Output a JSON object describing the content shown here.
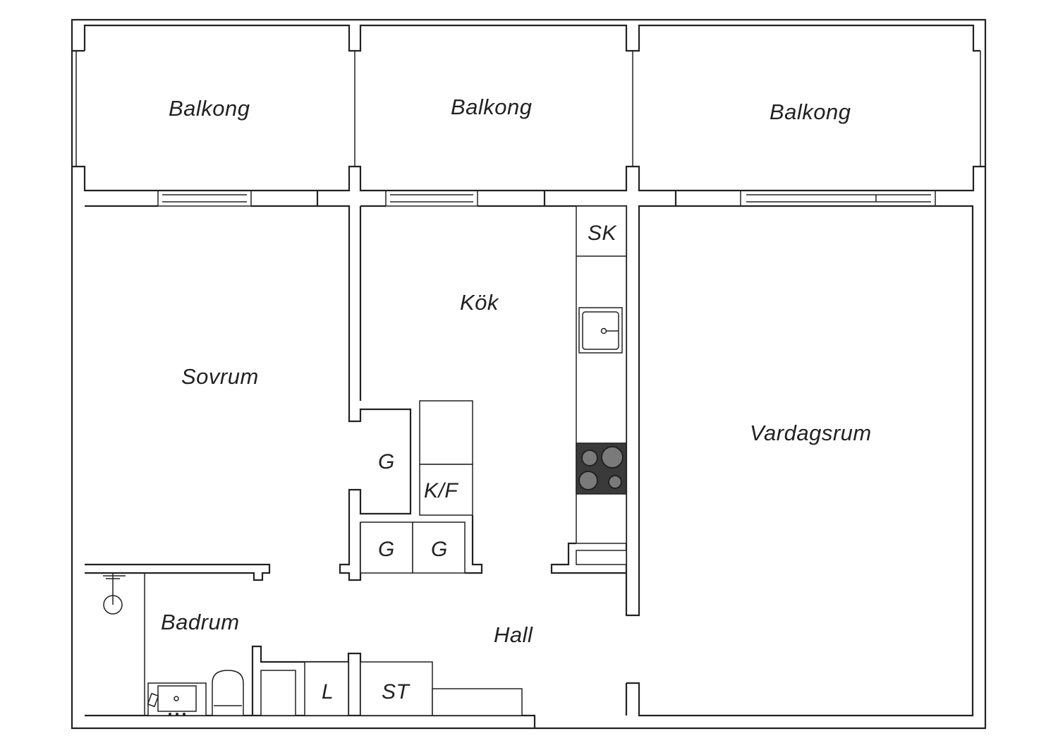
{
  "plan": {
    "rooms": {
      "balkong_1": "Balkong",
      "balkong_2": "Balkong",
      "balkong_3": "Balkong",
      "sovrum": "Sovrum",
      "kok": "Kök",
      "vardagsrum": "Vardagsrum",
      "badrum": "Badrum",
      "hall": "Hall"
    },
    "fixtures": {
      "sk": "SK",
      "g_1": "G",
      "g_2": "G",
      "g_3": "G",
      "kf": "K/F",
      "l": "L",
      "st": "ST"
    }
  },
  "colors": {
    "line": "#222222",
    "stove": "#3a3a3a",
    "background": "#ffffff"
  }
}
